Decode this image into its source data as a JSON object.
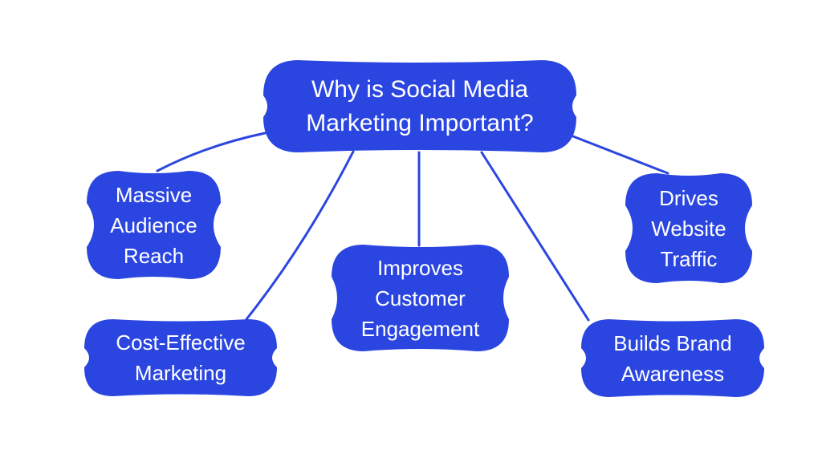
{
  "mindmap": {
    "central": {
      "label": "Why is Social Media Marketing Important?"
    },
    "branches": [
      {
        "id": "massive-audience-reach",
        "label": "Massive Audience Reach"
      },
      {
        "id": "cost-effective-marketing",
        "label": "Cost-Effective Marketing"
      },
      {
        "id": "improves-customer-engagement",
        "label": "Improves Customer Engagement"
      },
      {
        "id": "builds-brand-awareness",
        "label": "Builds Brand Awareness"
      },
      {
        "id": "drives-website-traffic",
        "label": "Drives Website Traffic"
      }
    ],
    "colors": {
      "node_fill": "#2B46E0",
      "node_text": "#FFFFFF",
      "connector": "#2B46E0",
      "background": "#FFFFFF"
    }
  }
}
